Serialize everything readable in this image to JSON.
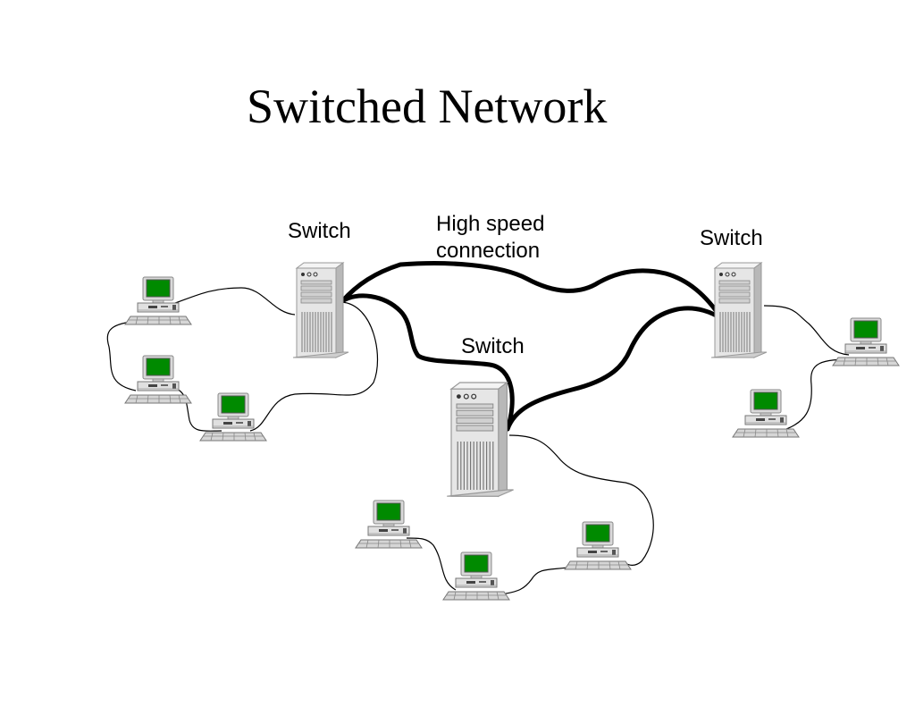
{
  "slide": {
    "title": "Switched Network"
  },
  "labels": {
    "switch_left": "Switch",
    "switch_right": "Switch",
    "switch_center": "Switch",
    "link_line1": "High speed",
    "link_line2": "connection"
  },
  "colors": {
    "screen": "#008a00",
    "tower": "#e6e6e6",
    "cable": "#000000"
  },
  "icons": [
    "server-tower-icon",
    "desktop-computer-icon"
  ]
}
